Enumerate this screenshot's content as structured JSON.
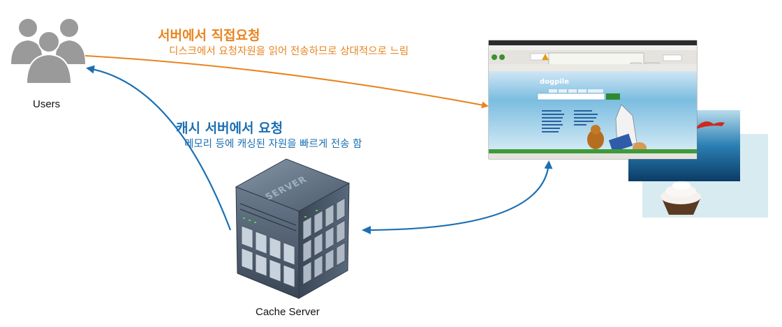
{
  "nodes": {
    "users": {
      "label": "Users"
    },
    "cache_server": {
      "label": "Cache Server",
      "case_text": "SERVER"
    }
  },
  "arrows": {
    "direct": {
      "title": "서버에서  직접요청",
      "description": "디스크에서 요청자원을 읽어 전송하므로 상대적으로 느림"
    },
    "cache": {
      "title": "캐시  서버에서  요청",
      "description": "메모리 등에 캐싱된 자원을  빠르게 전송 함"
    }
  },
  "browser_screenshot": {
    "logo": "dogpile"
  },
  "colors": {
    "direct_arrow": "#e8841f",
    "cache_arrow": "#1a6fb3",
    "user_icon": "#9a9a9a"
  }
}
